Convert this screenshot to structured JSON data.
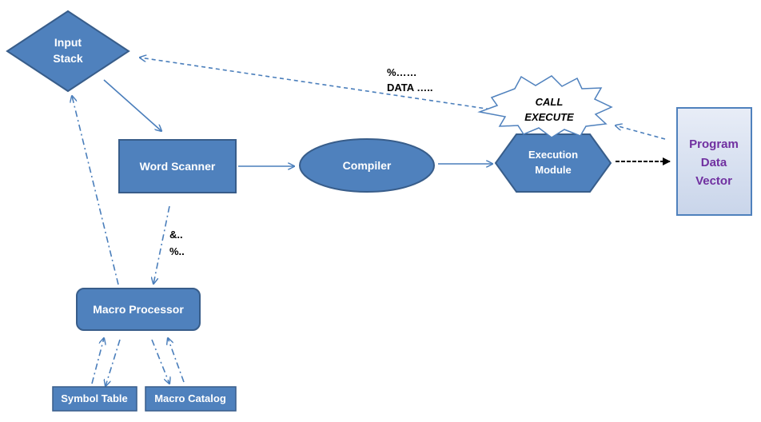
{
  "nodes": {
    "input_stack": {
      "line1": "Input",
      "line2": "Stack"
    },
    "word_scanner": {
      "label": "Word Scanner"
    },
    "compiler": {
      "label": "Compiler"
    },
    "execution_module": {
      "line1": "Execution",
      "line2": "Module"
    },
    "program_data_vector": {
      "line1": "Program",
      "line2": "Data",
      "line3": "Vector"
    },
    "macro_processor": {
      "label": "Macro Processor"
    },
    "symbol_table": {
      "label": "Symbol Table"
    },
    "macro_catalog": {
      "label": "Macro Catalog"
    },
    "call_execute": {
      "line1": "CALL",
      "line2": "EXECUTE"
    }
  },
  "annotations": {
    "percent_data": {
      "line1": "%……",
      "line2": "DATA ….."
    },
    "amp_percent": {
      "line1": "&..",
      "line2": "%.."
    }
  },
  "colors": {
    "node_fill": "#4f81bd",
    "node_stroke": "#385d8a",
    "arrow": "#4a7ebb",
    "pdv_fill": "#dbe2f1",
    "pdv_text": "#7030a0",
    "black_arrow": "#000000"
  }
}
